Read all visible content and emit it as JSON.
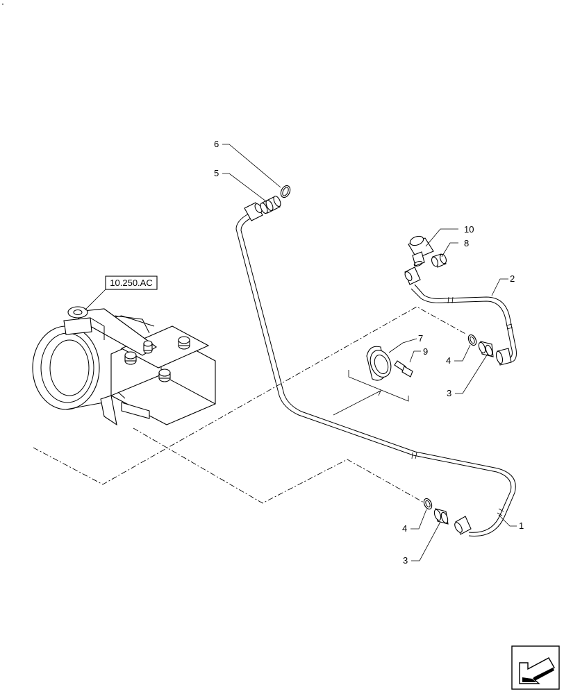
{
  "reference_box": {
    "label": "10.250.AC"
  },
  "callouts": [
    {
      "id": "c1",
      "text": "1"
    },
    {
      "id": "c2",
      "text": "2"
    },
    {
      "id": "c3a",
      "text": "3"
    },
    {
      "id": "c3b",
      "text": "3"
    },
    {
      "id": "c4a",
      "text": "4"
    },
    {
      "id": "c4b",
      "text": "4"
    },
    {
      "id": "c5",
      "text": "5"
    },
    {
      "id": "c6",
      "text": "6"
    },
    {
      "id": "c7",
      "text": "7"
    },
    {
      "id": "c8",
      "text": "8"
    },
    {
      "id": "c9",
      "text": "9"
    },
    {
      "id": "c10",
      "text": "10"
    }
  ],
  "corner_icon": {
    "name": "next-page-arrow-icon"
  }
}
